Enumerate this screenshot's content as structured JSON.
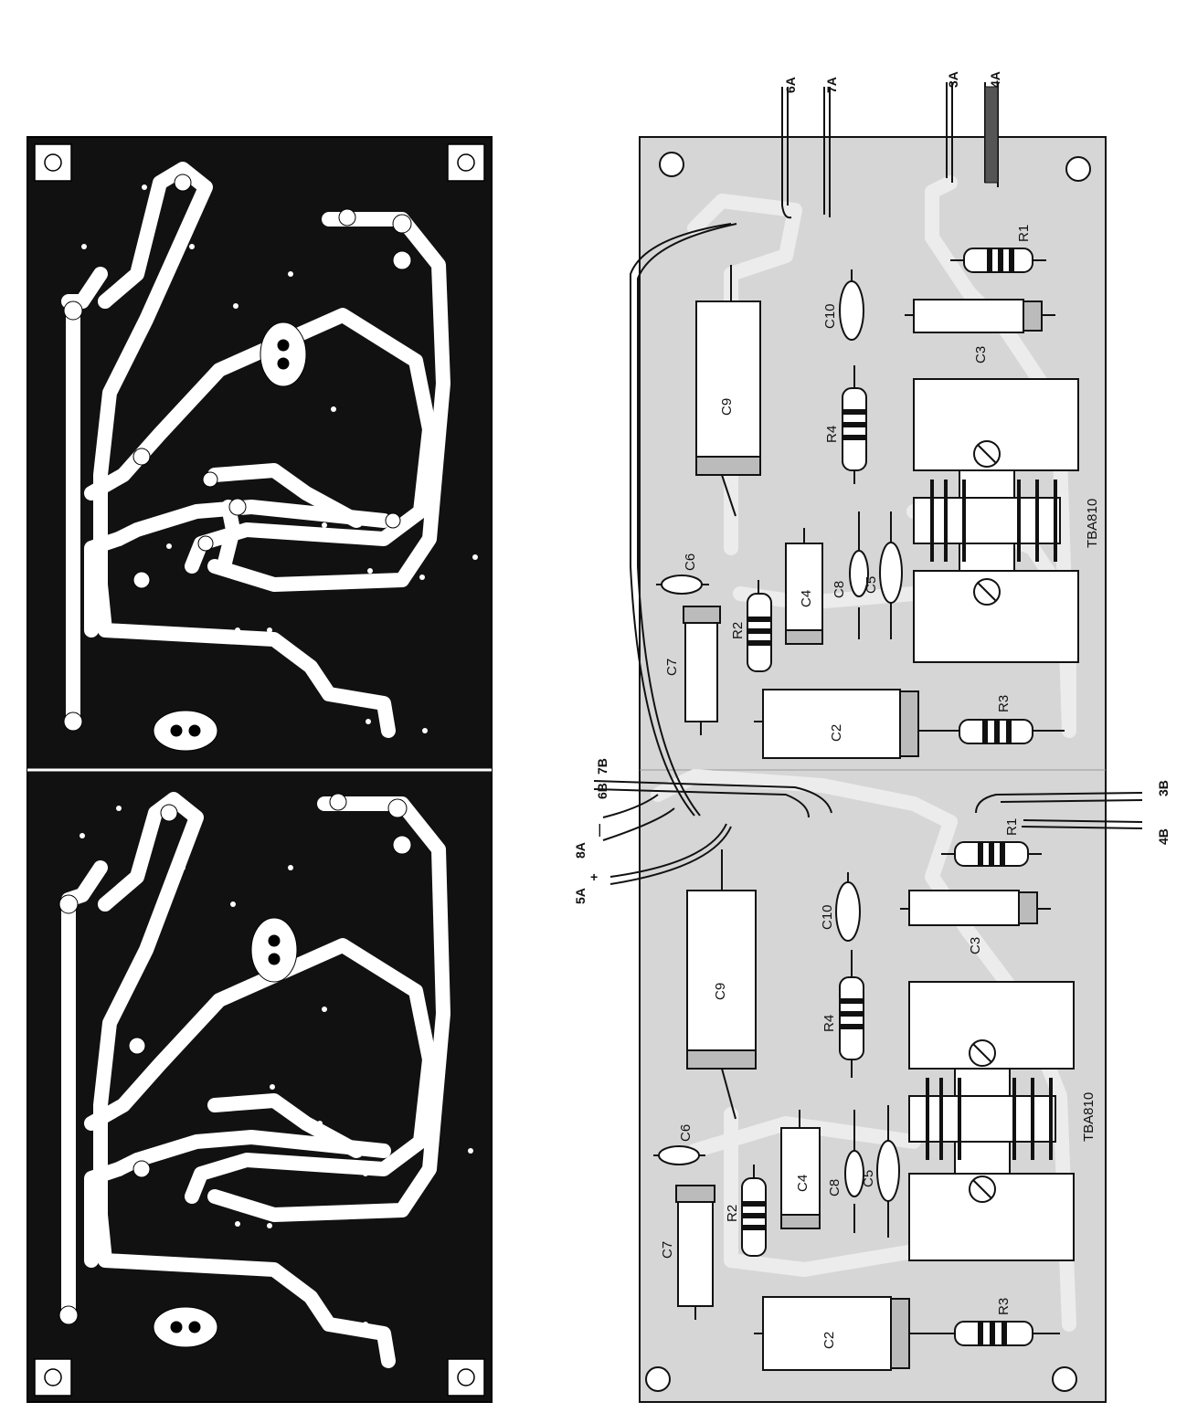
{
  "wires": {
    "top": [
      "6A",
      "7A",
      "3A",
      "4A"
    ],
    "supply": [
      "5A",
      "8A",
      "6B",
      "7B"
    ],
    "supply_signs": [
      "+",
      "—"
    ],
    "output": [
      "4B",
      "3B"
    ]
  },
  "boards": [
    {
      "id": "upper",
      "c9": "C9",
      "r4": "R4",
      "c10": "C10",
      "r1": "R1",
      "c3": "C3",
      "ic": "TBA810",
      "c6": "C6",
      "c7": "C7",
      "r2": "R2",
      "c4": "C4",
      "c8": "C8",
      "c5": "C5",
      "c2": "C2",
      "r3": "R3"
    },
    {
      "id": "lower",
      "c9": "C9",
      "r4": "R4",
      "c10": "C10",
      "r1": "R1",
      "c3": "C3",
      "ic": "TBA810",
      "c6": "C6",
      "c7": "C7",
      "r2": "R2",
      "c4": "C4",
      "c8": "C8",
      "c5": "C5",
      "c2": "C2",
      "r3": "R3"
    }
  ],
  "colors": {
    "copper": "#111111",
    "board": "#d6d6d6",
    "traces": "#ececec",
    "component": "#ffffff"
  }
}
